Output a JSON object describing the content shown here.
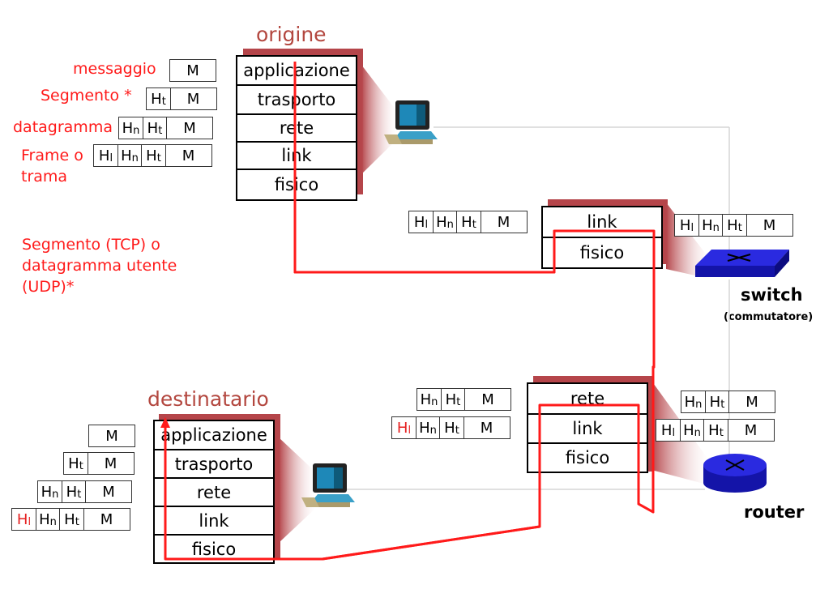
{
  "titles": {
    "origin": "origine",
    "destination": "destinatario"
  },
  "layers": {
    "app": "applicazione",
    "transport": "trasporto",
    "network": "rete",
    "link": "link",
    "physical": "fisico"
  },
  "annotations": {
    "message": "messaggio",
    "segment": "Segmento *",
    "datagram": "datagramma",
    "frame_line1": "Frame o",
    "frame_line2": "trama",
    "note_line1": "Segmento (TCP) o",
    "note_line2": "datagramma utente",
    "note_line3": "(UDP)*"
  },
  "headers": {
    "M": "M",
    "H": "H",
    "t": "t",
    "n": "n",
    "l": "l"
  },
  "devices": {
    "switch_label": "switch",
    "switch_sub": "(commutatore)",
    "router_label": "router"
  },
  "colors": {
    "path": "#ff1a1a",
    "title": "#b3473f",
    "annotation": "#ff1a1a",
    "device_blue": "#1a1adb"
  }
}
